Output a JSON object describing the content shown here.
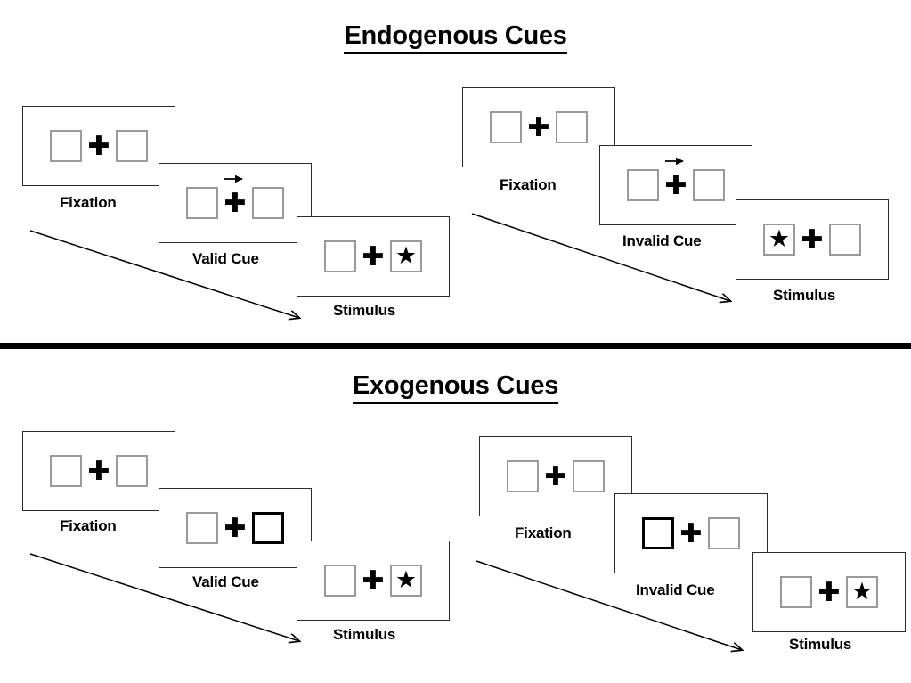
{
  "sections": [
    {
      "id": "endogenous",
      "title": "Endogenous Cues",
      "columns": [
        {
          "id": "endogenous-valid",
          "frames": [
            {
              "caption": "Fixation",
              "left_content": "empty",
              "right_content": "empty",
              "cue": "none",
              "arrow": false
            },
            {
              "caption": "Valid Cue",
              "left_content": "empty",
              "right_content": "empty",
              "cue": "none",
              "arrow": true,
              "arrow_direction": "right"
            },
            {
              "caption": "Stimulus",
              "left_content": "empty",
              "right_content": "star",
              "cue": "none",
              "arrow": false
            }
          ]
        },
        {
          "id": "endogenous-invalid",
          "frames": [
            {
              "caption": "Fixation",
              "left_content": "empty",
              "right_content": "empty",
              "cue": "none",
              "arrow": false
            },
            {
              "caption": "Invalid Cue",
              "left_content": "empty",
              "right_content": "empty",
              "cue": "none",
              "arrow": true,
              "arrow_direction": "right"
            },
            {
              "caption": "Stimulus",
              "left_content": "star",
              "right_content": "empty",
              "cue": "none",
              "arrow": false
            }
          ]
        }
      ]
    },
    {
      "id": "exogenous",
      "title": "Exogenous Cues",
      "columns": [
        {
          "id": "exogenous-valid",
          "frames": [
            {
              "caption": "Fixation",
              "left_content": "empty",
              "right_content": "empty",
              "cue": "none",
              "arrow": false
            },
            {
              "caption": "Valid Cue",
              "left_content": "empty",
              "right_content": "empty",
              "cue": "right",
              "arrow": false
            },
            {
              "caption": "Stimulus",
              "left_content": "empty",
              "right_content": "star",
              "cue": "none",
              "arrow": false
            }
          ]
        },
        {
          "id": "exogenous-invalid",
          "frames": [
            {
              "caption": "Fixation",
              "left_content": "empty",
              "right_content": "empty",
              "cue": "none",
              "arrow": false
            },
            {
              "caption": "Invalid Cue",
              "left_content": "empty",
              "right_content": "empty",
              "cue": "left",
              "arrow": false
            },
            {
              "caption": "Stimulus",
              "left_content": "empty",
              "right_content": "star",
              "cue": "none",
              "arrow": false
            }
          ]
        }
      ]
    }
  ],
  "glyphs": {
    "fixation_cross": "✚",
    "star": "★"
  },
  "colors": {
    "ink": "#000000",
    "frame_border": "#2b2b2b",
    "box_border": "#9a9a9a",
    "cue_box_border": "#000000",
    "background": "#ffffff"
  },
  "labels": {
    "endogenous_title": "Endogenous Cues",
    "exogenous_title": "Exogenous Cues",
    "fixation": "Fixation",
    "valid_cue": "Valid Cue",
    "invalid_cue": "Invalid Cue",
    "stimulus": "Stimulus"
  }
}
